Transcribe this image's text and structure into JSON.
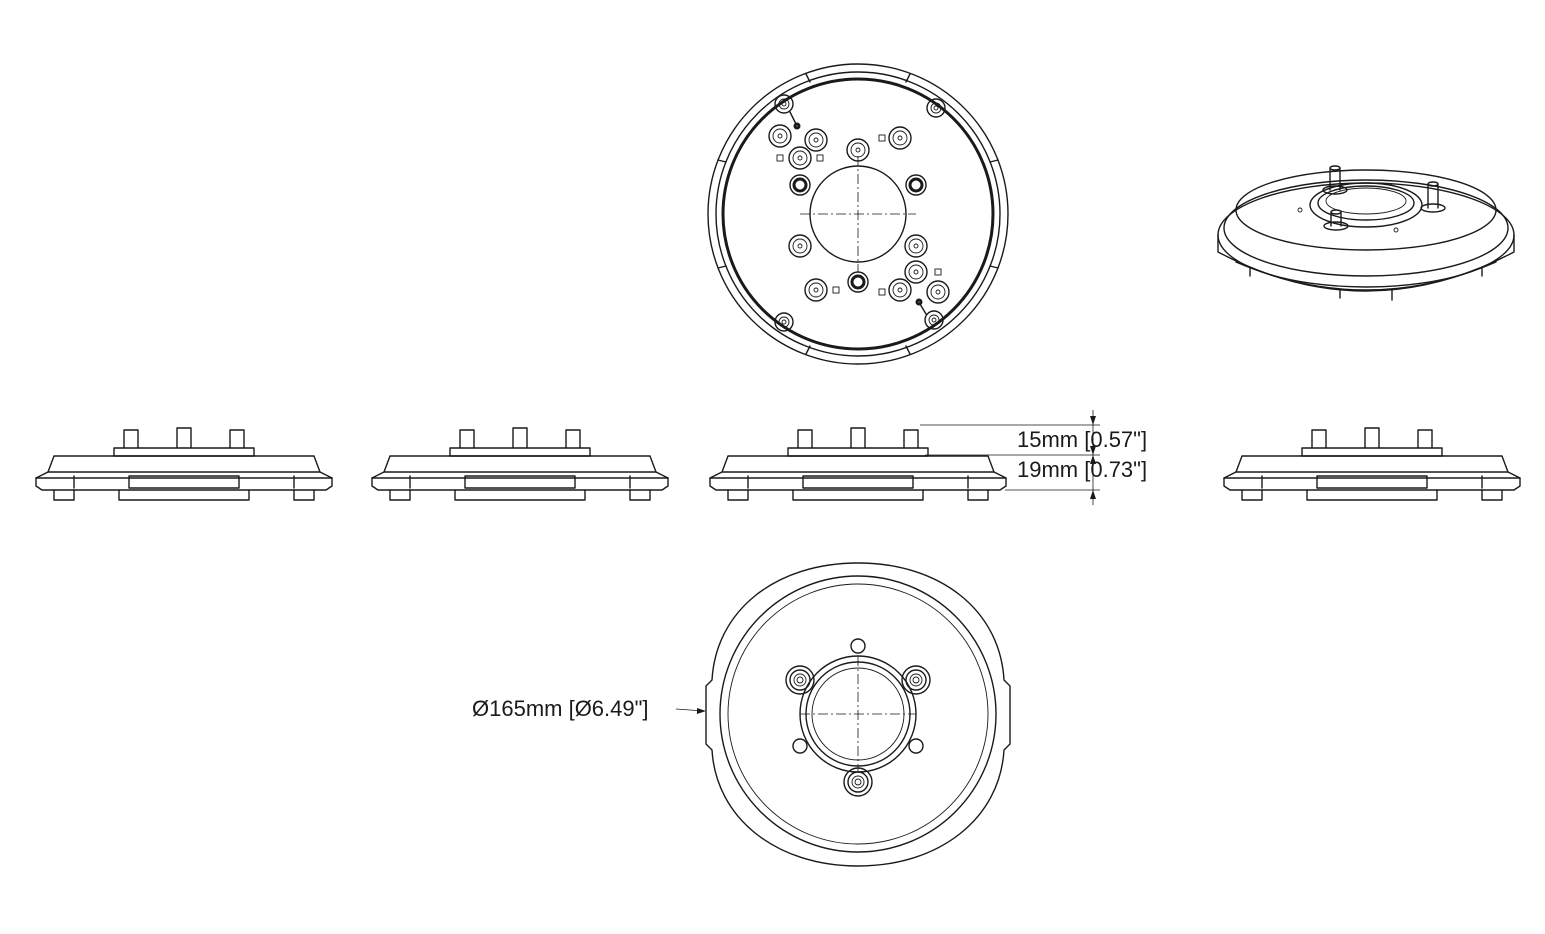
{
  "dimensions": {
    "height_upper": "15mm [0.57\"]",
    "height_lower": "19mm [0.73\"]",
    "diameter": "Ø165mm [Ø6.49\"]"
  },
  "colors": {
    "line": "#1a1a1a",
    "background": "#ffffff"
  }
}
